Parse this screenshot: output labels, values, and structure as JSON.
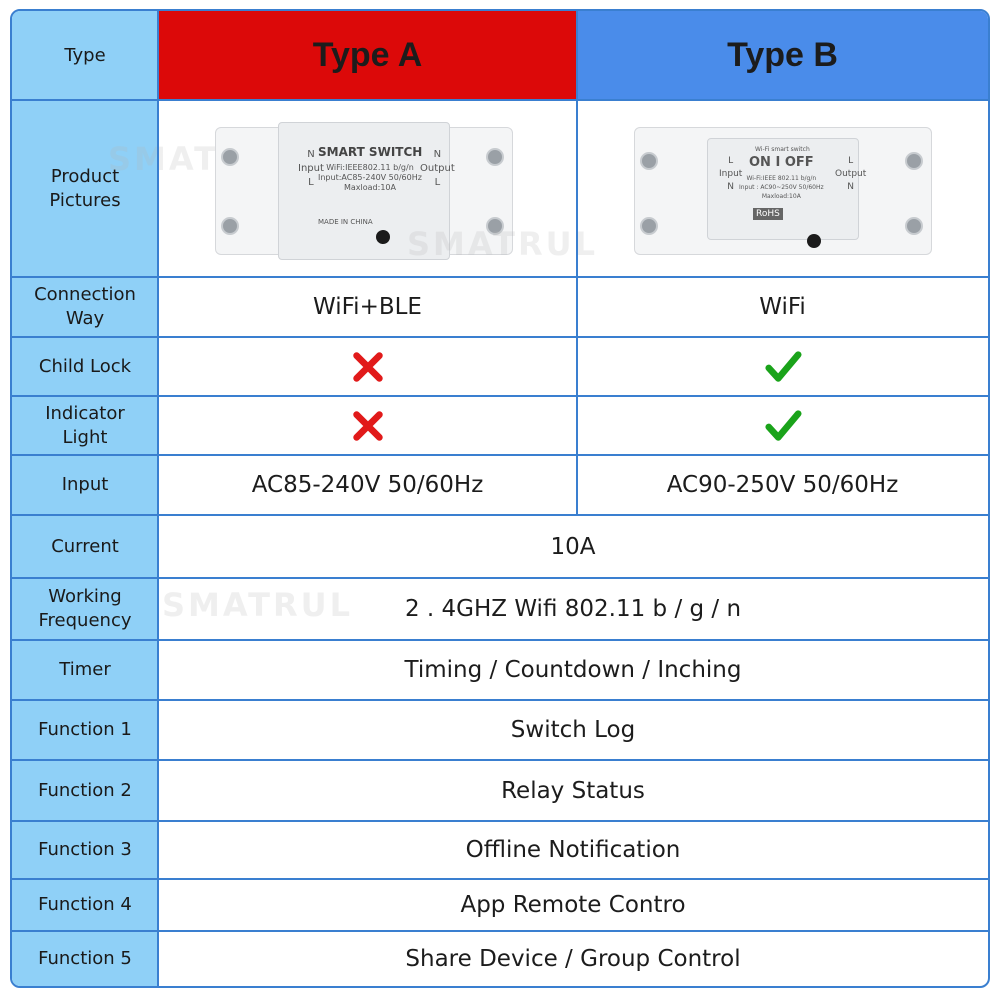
{
  "header": {
    "type_label": "Type",
    "type_a": "Type A",
    "type_b": "Type B"
  },
  "rows": {
    "pictures": {
      "label": "Product\nPictures"
    },
    "connection": {
      "label": "Connection\nWay",
      "a": "WiFi+BLE",
      "b": "WiFi"
    },
    "child_lock": {
      "label": "Child Lock",
      "a_icon": "cross-icon",
      "b_icon": "check-icon"
    },
    "indicator": {
      "label": "Indicator\nLight",
      "a_icon": "cross-icon",
      "b_icon": "check-icon"
    },
    "input": {
      "label": "Input",
      "a": "AC85-240V 50/60Hz",
      "b": "AC90-250V 50/60Hz"
    },
    "current": {
      "label": "Current",
      "value": "10A"
    },
    "frequency": {
      "label": "Working\nFrequency",
      "value": "2 . 4GHZ Wifi 802.11 b / g / n"
    },
    "timer": {
      "label": "Timer",
      "value": "Timing / Countdown / Inching"
    },
    "function1": {
      "label": "Function 1",
      "value": "Switch Log"
    },
    "function2": {
      "label": "Function 2",
      "value": "Relay Status"
    },
    "function3": {
      "label": "Function 3",
      "value": "Offline Notification"
    },
    "function4": {
      "label": "Function 4",
      "value": "App Remote Contro"
    },
    "function5": {
      "label": "Function 5",
      "value": "Share Device / Group Control"
    }
  },
  "device_a": {
    "title": "SMART SWITCH",
    "spec": "WiFi:IEEE802.11 b/g/n\nInput:AC85-240V 50/60Hz\nMaxload:10A",
    "made_in": "MADE IN CHINA",
    "left_terminal": "N\nInput\nL",
    "right_terminal": "N\nOutput\nL"
  },
  "device_b": {
    "title": "Wi-Fi smart switch",
    "on_off": "ON I OFF",
    "spec": "Wi-Fi:IEEE 802.11 b/g/n\nInput : AC90~250V 50/60Hz\nMaxload:10A",
    "rohs": "RoHS",
    "left_terminal": "L\nInput\nN",
    "right_terminal": "L\nOutput\nN"
  },
  "watermark": "SMATRUL",
  "colors": {
    "type_a": "#dc0909",
    "type_b": "#4a8cea",
    "label_bg": "#8fd0f7",
    "border": "#3a7fd0",
    "cross": "#e11a1a",
    "check": "#1aa31a"
  }
}
